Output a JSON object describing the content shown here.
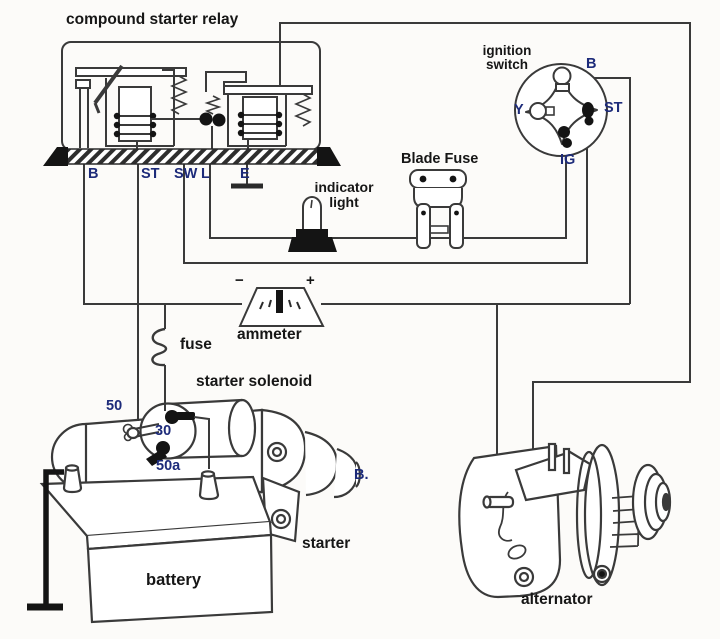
{
  "colors": {
    "ink": "#333333",
    "black_fill": "#141414",
    "terminal_blue": "#1d2b7a",
    "background": "#fcfbf9"
  },
  "relay": {
    "title": "compound starter relay",
    "terminals": [
      "B",
      "ST",
      "SW",
      "L",
      "E"
    ]
  },
  "ignition_switch": {
    "label_line1": "ignition",
    "label_line2": "switch",
    "terminals": {
      "b": "B",
      "y": "Y",
      "st": "ST",
      "ig": "IG"
    }
  },
  "blade_fuse": {
    "label": "Blade Fuse"
  },
  "indicator_light": {
    "label_line1": "indicator",
    "label_line2": "light"
  },
  "ammeter": {
    "label": "ammeter",
    "minus": "−",
    "plus": "+"
  },
  "fuse": {
    "label": "fuse"
  },
  "starter_solenoid": {
    "label": "starter solenoid",
    "terminals": {
      "t50": "50",
      "t30": "30",
      "t50a": "50a"
    }
  },
  "starter": {
    "label": "starter",
    "b_terminal": "B."
  },
  "battery": {
    "label": "battery"
  },
  "alternator": {
    "label": "alternator"
  }
}
